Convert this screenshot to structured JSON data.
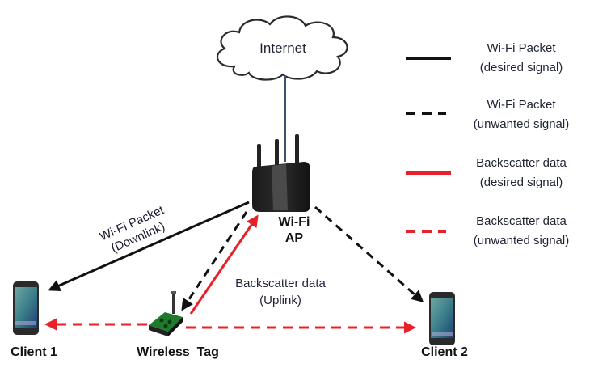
{
  "nodes": {
    "internet": {
      "label": "Internet",
      "icon": "cloud-icon"
    },
    "ap": {
      "label_line1": "Wi-Fi",
      "label_line2": "AP",
      "icon": "router-icon"
    },
    "client1": {
      "label": "Client 1",
      "icon": "smartphone-icon"
    },
    "client2": {
      "label": "Client 2",
      "icon": "smartphone-icon"
    },
    "tag": {
      "label": "Wireless  Tag",
      "icon": "wireless-tag-icon"
    }
  },
  "edge_labels": {
    "downlink_line1": "Wi-Fi Packet",
    "downlink_line2": "(Downlink)",
    "uplink_line1": "Backscatter data",
    "uplink_line2": "(Uplink)"
  },
  "legend": [
    {
      "line1": "Wi-Fi Packet",
      "line2": "(desired signal)",
      "color": "#000000",
      "style": "solid"
    },
    {
      "line1": "Wi-Fi Packet",
      "line2": "(unwanted signal)",
      "color": "#000000",
      "style": "dashed"
    },
    {
      "line1": "Backscatter data",
      "line2": "(desired signal)",
      "color": "#e8202a",
      "style": "solid"
    },
    {
      "line1": "Backscatter data",
      "line2": "(unwanted signal)",
      "color": "#e8202a",
      "style": "dashed"
    }
  ],
  "colors": {
    "wifi": "#111111",
    "backscatter": "#e8202a",
    "backhaul": "#3d5470"
  }
}
